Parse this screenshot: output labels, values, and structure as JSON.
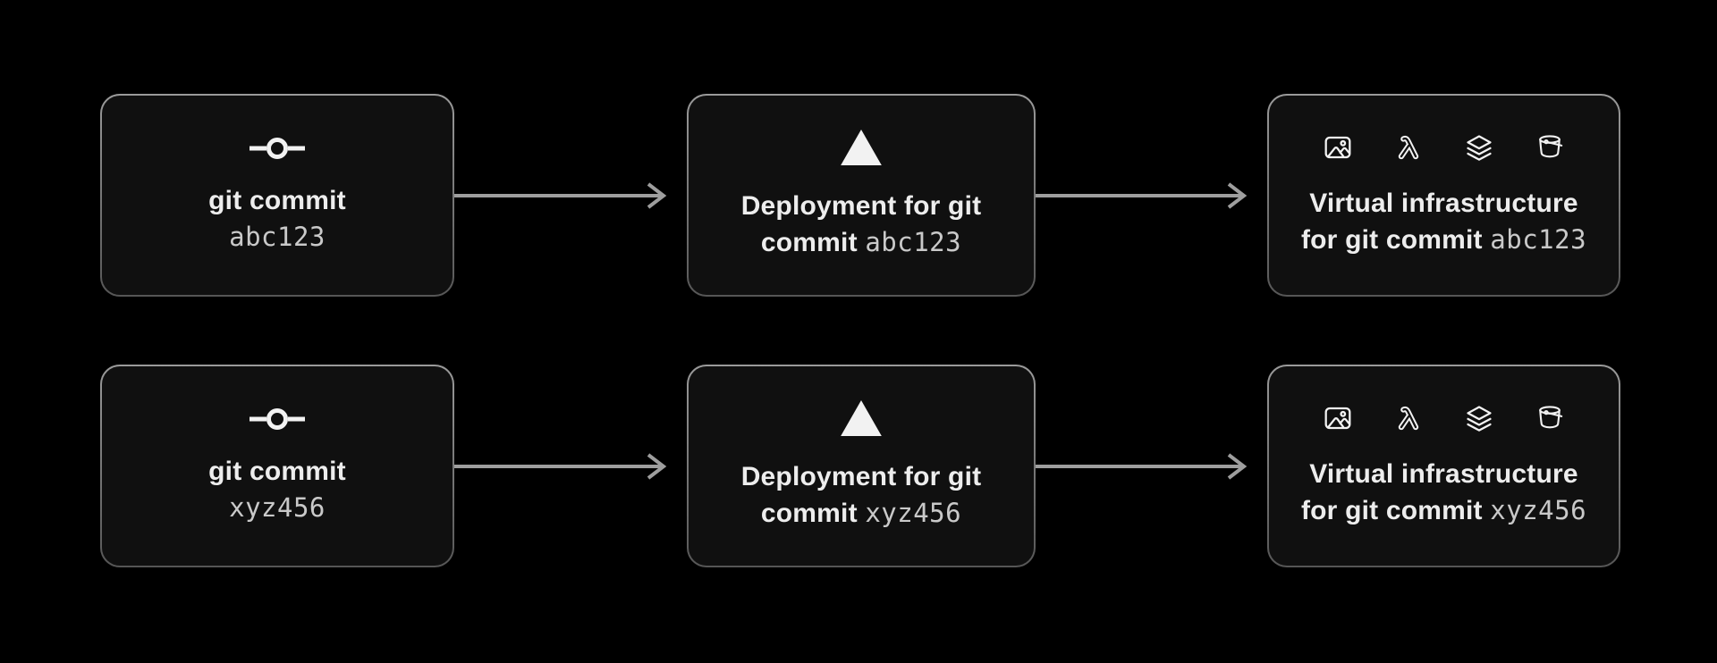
{
  "diagram": {
    "colors": {
      "background": "#000000",
      "node_fill": "#101010",
      "node_border_top": "#9a9a9a",
      "node_border_bottom": "#565656",
      "arrow": "#9e9e9e",
      "icon": "#f2f2f2",
      "title_text": "#ededed",
      "hash_text": "#c9c9c9"
    },
    "icons": {
      "commit": "git-commit-icon",
      "deployment": "vercel-triangle-icon",
      "infrastructure": [
        "image-icon",
        "lambda-icon",
        "layers-icon",
        "bucket-icon"
      ]
    },
    "rows": [
      {
        "commit": {
          "title": "git commit",
          "hash": "abc123"
        },
        "deployment": {
          "line1": "Deployment for git",
          "line2": "commit",
          "hash": "abc123"
        },
        "infrastructure": {
          "line1": "Virtual infrastructure",
          "line2": "for git commit",
          "hash": "abc123"
        }
      },
      {
        "commit": {
          "title": "git commit",
          "hash": "xyz456"
        },
        "deployment": {
          "line1": "Deployment for git",
          "line2": "commit",
          "hash": "xyz456"
        },
        "infrastructure": {
          "line1": "Virtual infrastructure",
          "line2": "for git commit",
          "hash": "xyz456"
        }
      }
    ]
  }
}
